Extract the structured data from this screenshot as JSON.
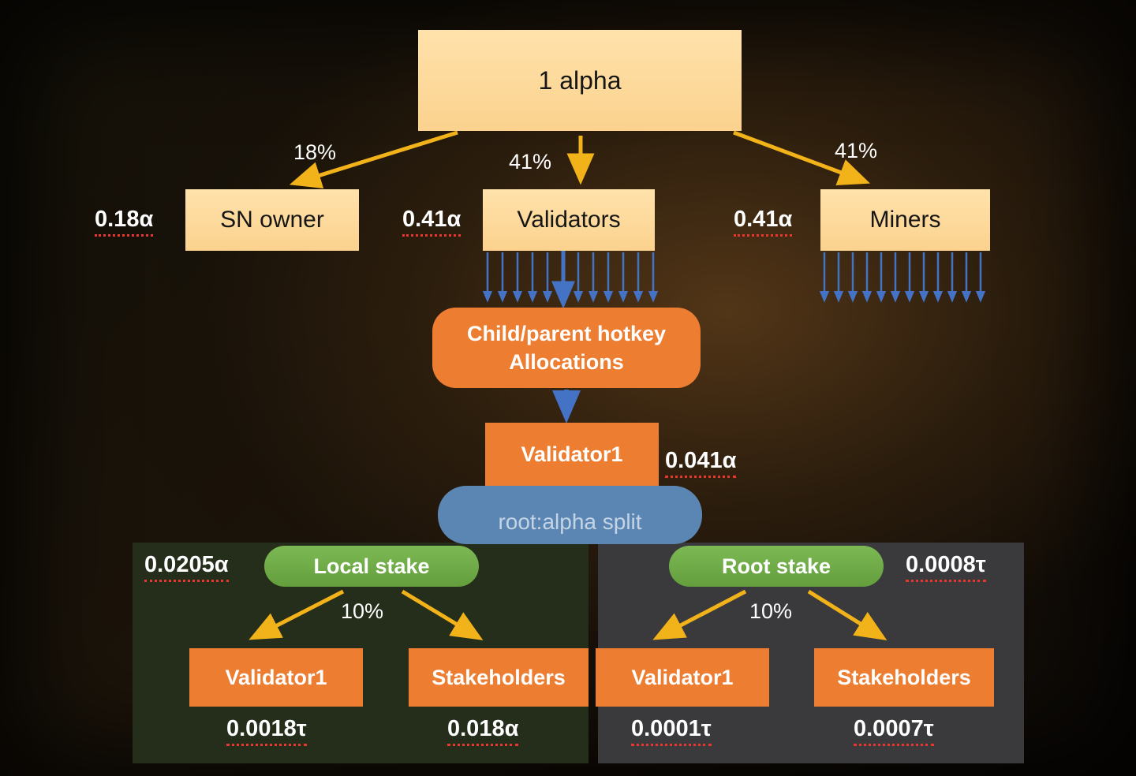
{
  "colors": {
    "box_light": "#fbd28e",
    "box_orange": "#ed7d31",
    "pill_green": "#6fad47",
    "pill_blue": "#5b86b3",
    "arrow_yellow": "#f2b21a",
    "arrow_blue": "#4472c4",
    "underline_red": "#e8372c"
  },
  "top": {
    "root_label": "1 alpha",
    "branches": [
      {
        "pct": "18%",
        "amount": "0.18α",
        "label": "SN owner"
      },
      {
        "pct": "41%",
        "amount": "0.41α",
        "label": "Validators"
      },
      {
        "pct": "41%",
        "amount": "0.41α",
        "label": "Miners"
      }
    ]
  },
  "middle": {
    "allocations_line1": "Child/parent hotkey",
    "allocations_line2": "Allocations",
    "validator_label": "Validator1",
    "validator_amount": "0.041α",
    "split_label": "root:alpha split"
  },
  "panels": [
    {
      "stake_label": "Local stake",
      "amount": "0.0205α",
      "pct": "10%",
      "children": [
        {
          "label": "Validator1",
          "amount": "0.0018τ"
        },
        {
          "label": "Stakeholders",
          "amount": "0.018α"
        }
      ]
    },
    {
      "stake_label": "Root stake",
      "amount": "0.0008τ",
      "pct": "10%",
      "children": [
        {
          "label": "Validator1",
          "amount": "0.0001τ"
        },
        {
          "label": "Stakeholders",
          "amount": "0.0007τ"
        }
      ]
    }
  ]
}
